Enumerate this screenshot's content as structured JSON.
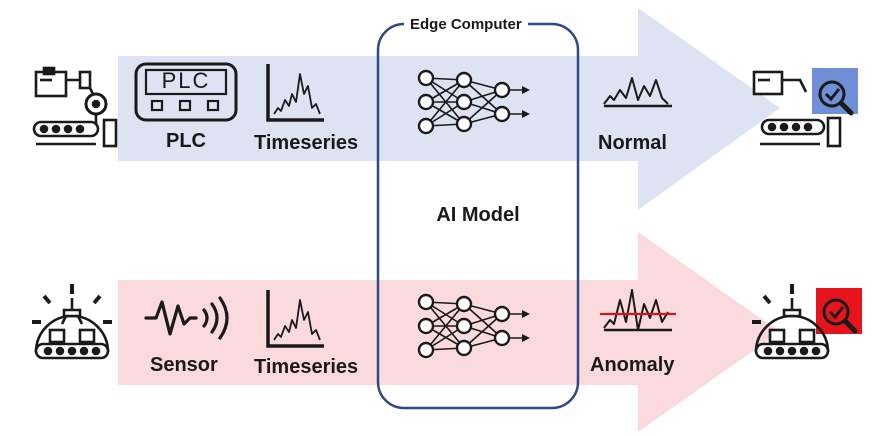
{
  "title": "Edge Computer",
  "model_label": "AI Model",
  "top_row": {
    "plc_screen_text": "PLC",
    "plc_label": "PLC",
    "timeseries_label": "Timeseries",
    "result_label": "Normal"
  },
  "bottom_row": {
    "sensor_label": "Sensor",
    "timeseries_label": "Timeseries",
    "result_label": "Anomaly"
  },
  "colors": {
    "normal_band": "#dde3f3",
    "anomaly_band": "#fadadd",
    "normal_check_bg": "#6f8fd6",
    "anomaly_check_bg": "#e8141b",
    "threshold_line": "#d01818",
    "edge_border": "#2d4a86"
  },
  "icons": {
    "top_machine": "industrial-robot-arm-icon",
    "plc": "plc-controller-icon",
    "timeseries": "timeseries-chart-icon",
    "network": "neural-network-icon",
    "normal_signal": "normal-signal-icon",
    "anomaly_signal": "anomaly-signal-icon",
    "sensor": "sensor-wave-icon",
    "bottom_machine": "robotic-gear-machine-icon",
    "check": "magnifier-check-icon"
  }
}
